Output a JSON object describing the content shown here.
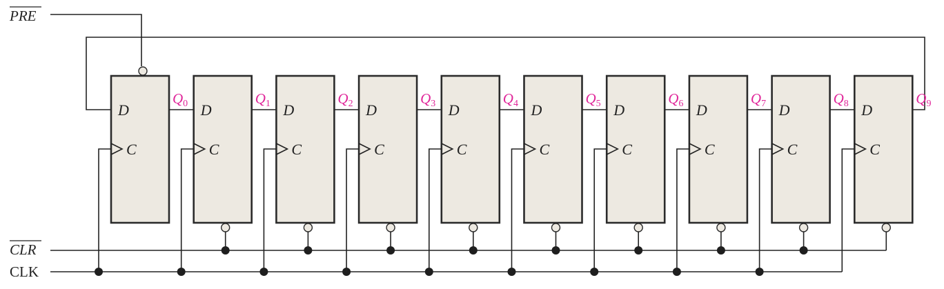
{
  "signals": {
    "preset": "PRE",
    "clear": "CLR",
    "clock": "CLK"
  },
  "pins": {
    "data": "D",
    "clock": "C"
  },
  "outputs": [
    {
      "letter": "Q",
      "index": "0"
    },
    {
      "letter": "Q",
      "index": "1"
    },
    {
      "letter": "Q",
      "index": "2"
    },
    {
      "letter": "Q",
      "index": "3"
    },
    {
      "letter": "Q",
      "index": "4"
    },
    {
      "letter": "Q",
      "index": "5"
    },
    {
      "letter": "Q",
      "index": "6"
    },
    {
      "letter": "Q",
      "index": "7"
    },
    {
      "letter": "Q",
      "index": "8"
    },
    {
      "letter": "Q",
      "index": "9"
    }
  ],
  "colors": {
    "output_label": "#e0279a",
    "flipflop_fill": "#ede9e1",
    "wire": "#222222"
  }
}
